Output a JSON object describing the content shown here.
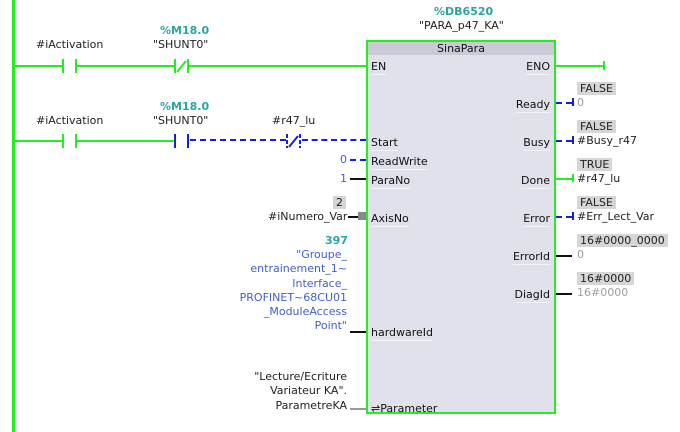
{
  "network1": {
    "contact1": {
      "operand": "#iActivation",
      "type": "NO"
    },
    "contact2": {
      "address": "%M18.0",
      "operand": "\"SHUNT0\"",
      "type": "NC"
    }
  },
  "network2": {
    "contact1": {
      "operand": "#iActivation",
      "type": "NO"
    },
    "contact2": {
      "address": "%M18.0",
      "operand": "\"SHUNT0\"",
      "type": "NO"
    },
    "contact3": {
      "operand": "#r47_lu",
      "type": "NC"
    }
  },
  "block": {
    "instance_db": "%DB6520",
    "instance_name": "\"PARA_p47_KA\"",
    "type": "SinaPara",
    "inputs": {
      "en": "EN",
      "start": "Start",
      "readwrite": "ReadWrite",
      "parano": "ParaNo",
      "axisno": "AxisNo",
      "hardwareid": "hardwareId",
      "parameter": "⇌Parameter"
    },
    "outputs": {
      "eno": "ENO",
      "ready": "Ready",
      "busy": "Busy",
      "done": "Done",
      "error": "Error",
      "errorid": "ErrorId",
      "diagid": "DiagId"
    }
  },
  "input_values": {
    "readwrite": "0",
    "parano": "1",
    "axisno_monitor": "2",
    "axisno_operand": "#iNumero_Var",
    "hardwareid_value": "397",
    "hardwareid_operand": [
      "\"Groupe_",
      "entrainement_1~",
      "Interface_",
      "PROFINET~68CU01",
      "_ModuleAccess",
      "Point\""
    ],
    "parameter_operand": [
      "\"Lecture/Ecriture",
      "Variateur KA\".",
      "ParametreKA"
    ]
  },
  "output_values": {
    "ready": {
      "monitor": "FALSE",
      "operand": "0"
    },
    "busy": {
      "monitor": "FALSE",
      "operand": "#Busy_r47"
    },
    "done": {
      "monitor": "TRUE",
      "operand": "#r47_lu"
    },
    "error": {
      "monitor": "FALSE",
      "operand": "#Err_Lect_Var"
    },
    "errorid": {
      "monitor": "16#0000_0000",
      "operand": "0"
    },
    "diagid": {
      "monitor": "16#0000",
      "operand": "16#0000"
    }
  },
  "colors": {
    "power_flow": "#22ee22",
    "no_power_flow": "#1020e0",
    "block_fill": "#e0e1ea",
    "address": "#2aa5a5"
  }
}
